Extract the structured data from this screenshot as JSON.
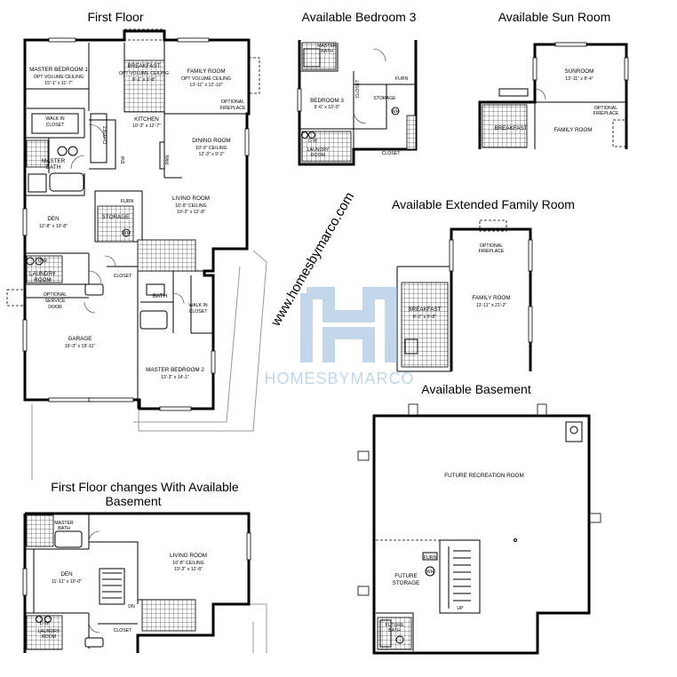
{
  "headings": {
    "first_floor": "First Floor",
    "bedroom3": "Available Bedroom 3",
    "sunroom": "Available Sun Room",
    "ext_family": "Available Extended Family Room",
    "basement": "Available Basement",
    "ff_changes_line1": "First Floor changes With Available",
    "ff_changes_line2": "Basement"
  },
  "watermark": {
    "url": "www.homesbymarco.com",
    "brand": "HOMESBYMARCO",
    "color": "#8fb6d9"
  },
  "first_floor": {
    "master1": [
      "MASTER BEDROOM 1",
      "OPT VOLUME CEILING",
      "15'-1\" x 11'-7\""
    ],
    "breakfast": [
      "BREAKFAST",
      "OPT VOLUME CEILING",
      "8'-1\" x 9'-8\""
    ],
    "family": [
      "FAMILY ROOM",
      "OPT VOLUME CEILING",
      "13'-11\" x 12'-10\""
    ],
    "opt_fireplace": [
      "OPTIONAL",
      "FIREPLACE"
    ],
    "walkin": [
      "WALK IN",
      "CLOSET"
    ],
    "kitchen": [
      "KITCHEN",
      "10'-3\" x 12'-7\""
    ],
    "pan": "PAN",
    "closet": "CLOSET",
    "dw": "DW",
    "dining": [
      "DINING ROOM",
      "10'-0\" CEILING",
      "12'-3\" x 9'-2\""
    ],
    "master_bath": [
      "MASTER",
      "BATH"
    ],
    "living": [
      "LIVING ROOM",
      "10'-8\" CEILING",
      "19'-3\" x 12'-8\""
    ],
    "den": [
      "DEN",
      "12'-8\" x 10'-8\""
    ],
    "storage": "STORAGE",
    "furn": "FURN",
    "wh": "WH",
    "laundry": [
      "LAUNDRY",
      "ROOM"
    ],
    "d_w": "D   W",
    "service_door": [
      "OPTIONAL",
      "SERVICE",
      "DOOR"
    ],
    "bath": "BATH",
    "walkin2": [
      "WALK IN",
      "CLOSET"
    ],
    "garage": [
      "GARAGE",
      "19'-3\" x 19'-11\""
    ],
    "master2": [
      "MASTER BEDROOM 2",
      "13'-3\" x 14'-1\""
    ]
  },
  "bedroom3": {
    "master_bath": [
      "MASTER",
      "BATH"
    ],
    "bedroom": [
      "BEDROOM 3",
      "9'-6\" x 10'-0\""
    ],
    "closet": "CLOSET",
    "storage": "STORAGE",
    "furn": "FURN",
    "wh": "WH",
    "laundry": [
      "LAUNDRY",
      "ROOM"
    ],
    "d_w": "D  W"
  },
  "sunroom": {
    "sunroom": [
      "SUNROOM",
      "13'-11\" x 8'-4\""
    ],
    "opt_fireplace": [
      "OPTIONAL",
      "FIREPLACE"
    ],
    "breakfast": "BREAKFAST",
    "family": "FAMILY ROOM"
  },
  "ext_family": {
    "opt_fireplace": [
      "OPTIONAL",
      "FIREPLACE"
    ],
    "family": [
      "FAMILY ROOM",
      "13'-11\" x 21'-2\""
    ],
    "breakfast": [
      "BREAKFAST",
      "8'-1\" x 9'-8\""
    ]
  },
  "basement": {
    "rec_room": "FUTURE RECREATION ROOM",
    "furn": "FURN",
    "wh": "WH",
    "storage": [
      "FUTURE",
      "STORAGE"
    ],
    "bath": [
      "FUTURE",
      "BATH"
    ],
    "up": "UP"
  },
  "ff_changes": {
    "master_bath": [
      "MASTER",
      "BATH"
    ],
    "living": [
      "LIVING ROOM",
      "10'-8\" CEILING",
      "19'-3\" x 12'-8\""
    ],
    "den": [
      "DEN",
      "11'-11\" x 10'-0\""
    ],
    "dn": "DN",
    "laundry": [
      "LAUNDRY",
      "ROOM"
    ],
    "d_w": "D  W",
    "closet": "CLOSET"
  }
}
